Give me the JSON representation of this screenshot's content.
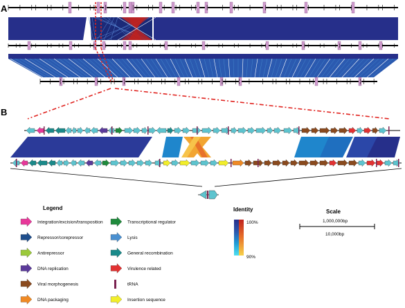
{
  "panels": {
    "a": "A",
    "b": "B"
  },
  "legend": {
    "title": "Legend",
    "items": [
      {
        "label": "Integration/excision/transposition",
        "color": "#e8389a",
        "icon": "arrow-icon"
      },
      {
        "label": "Repressor/corepressor",
        "color": "#1f4e8c",
        "icon": "arrow-icon"
      },
      {
        "label": "Antirepressor",
        "color": "#9bc93b",
        "icon": "arrow-icon"
      },
      {
        "label": "DNA replication",
        "color": "#5b3a9a",
        "icon": "arrow-icon"
      },
      {
        "label": "Viral morphogenesis",
        "color": "#8a4a1e",
        "icon": "arrow-icon"
      },
      {
        "label": "DNA packaging",
        "color": "#f08a24",
        "icon": "arrow-icon"
      },
      {
        "label": "Transcriptional regulator",
        "color": "#1f8a3c",
        "icon": "arrow-icon"
      },
      {
        "label": "Lysis",
        "color": "#4a90d0",
        "icon": "arrow-icon"
      },
      {
        "label": "General recombination",
        "color": "#1a8a8a",
        "icon": "arrow-icon"
      },
      {
        "label": "Virulence related",
        "color": "#e23232",
        "icon": "arrow-icon"
      },
      {
        "label": "tRNA",
        "color": "#7a2250",
        "icon": "bar-icon"
      },
      {
        "label": "Insertion sequence",
        "color": "#f2ee2a",
        "icon": "arrow-icon"
      }
    ]
  },
  "identity": {
    "title": "Identity",
    "max": "100%",
    "min": "90%"
  },
  "scale": {
    "title": "Scale",
    "a_label": "1,000,000bp",
    "b_label": "10,000bp"
  },
  "colors": {
    "block_dark": "#262f8a",
    "block_mid": "#2b5ab0",
    "block_light": "#1f86cc",
    "inverted_red": "#c0221e",
    "inverted_orange": "#f2a531",
    "gene_cyan": "#5dc4cf",
    "genome_feature": "#cf9bcd",
    "zoom_line": "#e0221e"
  }
}
